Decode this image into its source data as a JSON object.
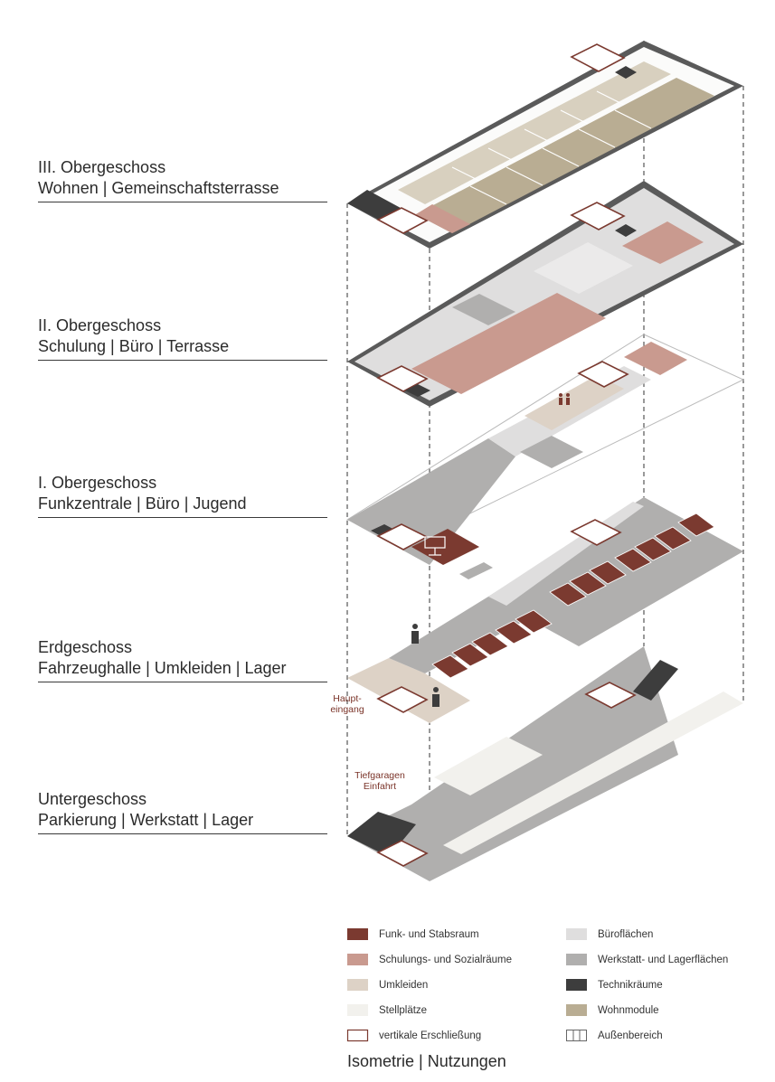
{
  "floors": [
    {
      "line1": "III. Obergeschoss",
      "line2": "Wohnen | Gemeinschaftsterrasse"
    },
    {
      "line1": "II. Obergeschoss",
      "line2": "Schulung | Büro | Terrasse"
    },
    {
      "line1": "I. Obergeschoss",
      "line2": "Funkzentrale | Büro | Jugend"
    },
    {
      "line1": "Erdgeschoss",
      "line2": "Fahrzeughalle | Umkleiden | Lager"
    },
    {
      "line1": "Untergeschoss",
      "line2": "Parkierung | Werkstatt | Lager"
    }
  ],
  "callouts": {
    "main_entrance": "Haupt-\neingang",
    "garage_entrance": "Tiefgaragen\nEinfahrt"
  },
  "legend": {
    "title": "Isometrie | Nutzungen",
    "items": [
      {
        "label": "Funk- und Stabsraum",
        "color": "#7b3a30",
        "kind": "fill"
      },
      {
        "label": "Schulungs- und Sozialräume",
        "color": "#c99a8f",
        "kind": "fill"
      },
      {
        "label": "Umkleiden",
        "color": "#ddd2c6",
        "kind": "fill"
      },
      {
        "label": "Stellplätze",
        "color": "#f2f1ed",
        "kind": "fill"
      },
      {
        "label": "vertikale Erschließung",
        "color": "#7b3a30",
        "kind": "outline"
      },
      {
        "label": "Büroflächen",
        "color": "#dfdede",
        "kind": "fill"
      },
      {
        "label": "Werkstatt- und Lagerflächen",
        "color": "#b0afae",
        "kind": "fill"
      },
      {
        "label": "Technikräume",
        "color": "#3d3d3d",
        "kind": "fill"
      },
      {
        "label": "Wohnmodule",
        "color": "#b9ad93",
        "kind": "fill"
      },
      {
        "label": "Außenbereich",
        "color": "#666666",
        "kind": "grid"
      }
    ]
  }
}
